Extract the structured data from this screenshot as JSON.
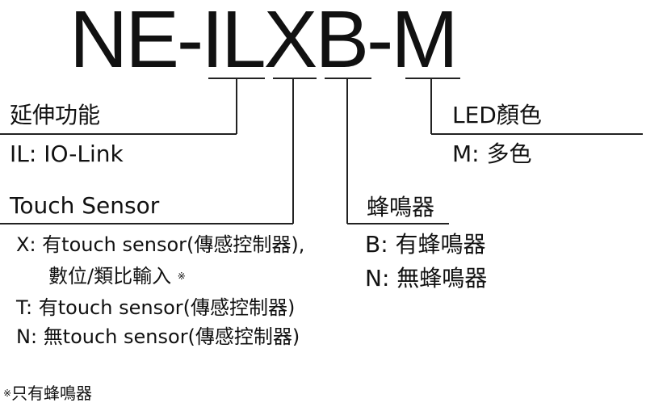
{
  "model_code": "NE-ILXB-M",
  "extension": {
    "heading": "延伸功能",
    "option": "IL: IO-Link"
  },
  "touch_sensor": {
    "heading": "Touch Sensor",
    "options": [
      {
        "code": "X:",
        "text": "有touch sensor(傳感控制器),",
        "continuation": "數位/類比輸入",
        "note_mark": "※"
      },
      {
        "code": "T:",
        "text": "有touch sensor(傳感控制器)"
      },
      {
        "code": "N:",
        "text": "無touch sensor(傳感控制器)"
      }
    ]
  },
  "buzzer": {
    "heading": "蜂鳴器",
    "options": [
      "B: 有蜂鳴器",
      "N: 無蜂鳴器"
    ]
  },
  "led_color": {
    "heading": "LED顏色",
    "option": "M: 多色"
  },
  "footnote": {
    "mark": "※",
    "text": "只有蜂鳴器"
  },
  "colors": {
    "text": "#111111",
    "line": "#222222",
    "background": "#ffffff"
  }
}
